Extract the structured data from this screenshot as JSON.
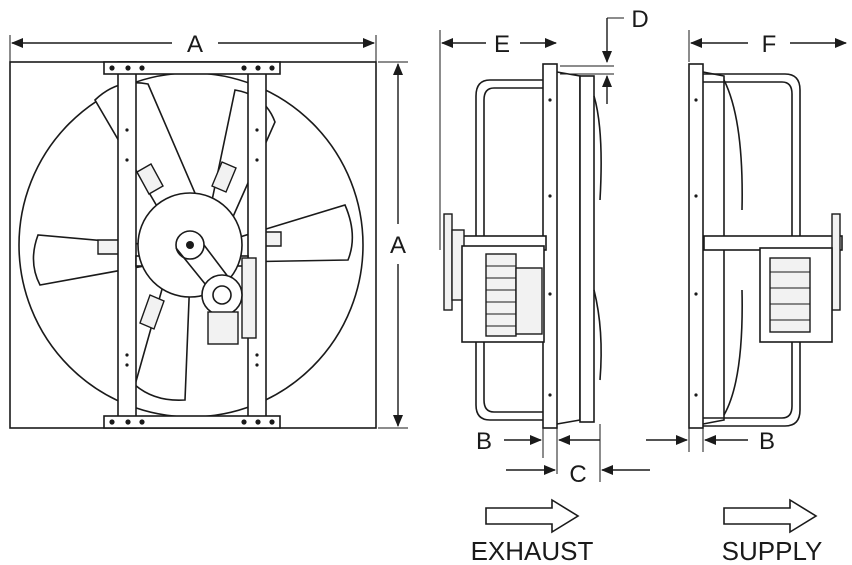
{
  "labels": {
    "a_top": "A",
    "a_side": "A",
    "b_left": "B",
    "b_right": "B",
    "c": "C",
    "d": "D",
    "e": "E",
    "f": "F"
  },
  "captions": {
    "exhaust": "EXHAUST",
    "supply": "SUPPLY"
  }
}
